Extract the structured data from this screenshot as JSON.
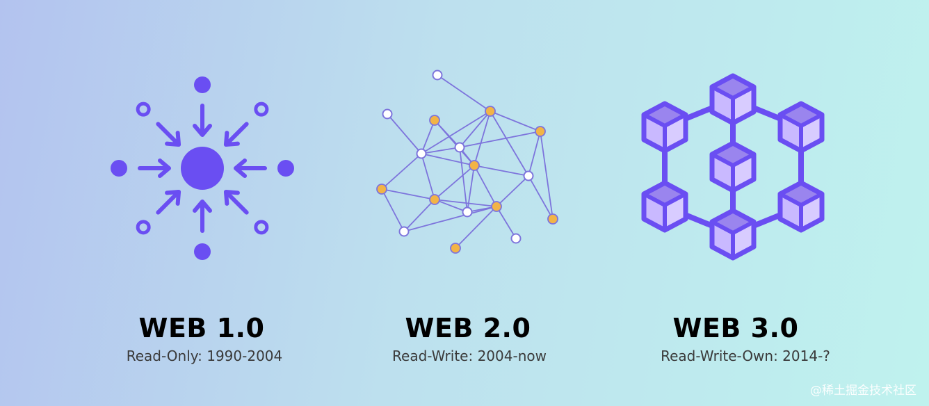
{
  "colors": {
    "primary": "#6a4ef2",
    "line": "#7d74dc",
    "hub_node": "#f2b446",
    "cube_top": "#9a85ee",
    "cube_face": "#c9b9ff"
  },
  "panels": [
    {
      "icon": "centralized-hub-icon",
      "title": "WEB 1.0",
      "subtitle": "Read-Only: 1990-2004"
    },
    {
      "icon": "distributed-network-icon",
      "title": "WEB 2.0",
      "subtitle": "Read-Write: 2004-now"
    },
    {
      "icon": "blockchain-hexagon-icon",
      "title": "WEB 3.0",
      "subtitle": "Read-Write-Own: 2014-?"
    }
  ],
  "watermark": "@稀土掘金技术社区"
}
